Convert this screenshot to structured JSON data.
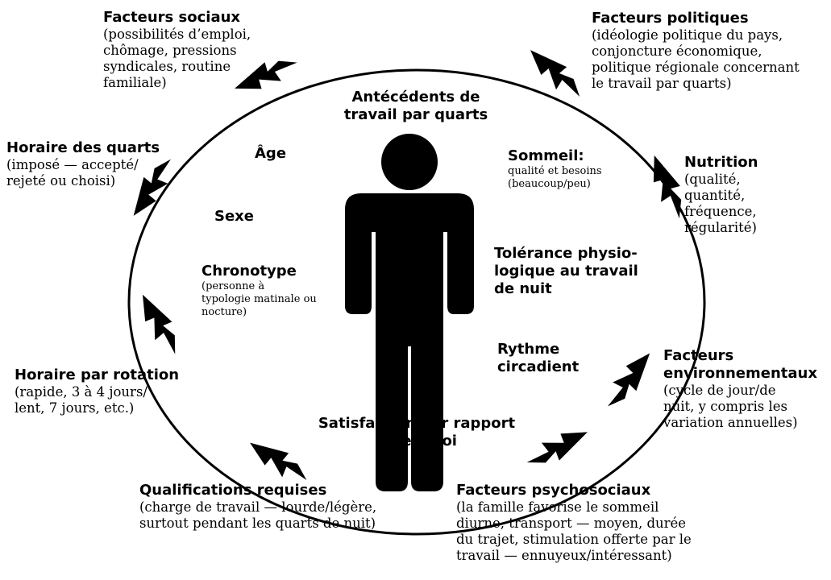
{
  "outer_factors": {
    "social": {
      "title": "Facteurs sociaux",
      "lines": [
        "(possibilités d’emploi,",
        "chômage, pressions",
        "syndicales, routine",
        "familiale)"
      ]
    },
    "political": {
      "title": "Facteurs politiques",
      "lines": [
        "(idéologie politique du pays,",
        "conjoncture économique,",
        "politique régionale concernant",
        "le travail par quarts)"
      ]
    },
    "schedule": {
      "title": "Horaire des quarts",
      "lines": [
        "(imposé — accepté/",
        "rejeté ou choisi)"
      ]
    },
    "nutrition": {
      "title": "Nutrition",
      "lines": [
        "(qualité,",
        "quantité,",
        "fréquence,",
        "régularité)"
      ]
    },
    "rotation": {
      "title": "Horaire par rotation",
      "lines": [
        "(rapide, 3 à 4 jours/",
        "lent, 7 jours, etc.)"
      ]
    },
    "environmental": {
      "title_lines": [
        "Facteurs",
        "environnementaux"
      ],
      "lines": [
        "(cycle de jour/de",
        "nuit, y compris les",
        "variation annuelles)"
      ]
    },
    "qualifications": {
      "title": "Qualifications requises",
      "lines": [
        "(charge de travail — lourde/légère,",
        "surtout pendant les quarts de nuit)"
      ]
    },
    "psychosocial": {
      "title": "Facteurs psychosociaux",
      "lines": [
        "(la famille favorise le sommeil",
        "diurne, transport — moyen, durée",
        "du trajet, stimulation offerte par le",
        "travail — ennuyeux/intéressant)"
      ]
    }
  },
  "inner_factors": {
    "history": {
      "title_lines": [
        "Antécédents de",
        "travail par quarts"
      ]
    },
    "age": {
      "title": "Âge"
    },
    "sex": {
      "title": "Sexe"
    },
    "sleep": {
      "title": "Sommeil:",
      "lines": [
        "qualité et besoins",
        "(beaucoup/peu)"
      ]
    },
    "tolerance": {
      "title_lines": [
        "Tolérance physio-",
        "logique au travail",
        "de nuit"
      ]
    },
    "chronotype": {
      "title": "Chronotype",
      "lines": [
        "(personne à",
        "typologie matinale ou",
        "nocture)"
      ]
    },
    "rhythm": {
      "title_lines": [
        "Rythme",
        "circadient"
      ]
    },
    "satisfaction": {
      "title_lines": [
        "Satisfaction par rapport",
        "à l’emploi"
      ]
    }
  },
  "colors": {
    "ink": "#000000",
    "background": "#ffffff"
  },
  "icons": {
    "center_figure": "person-icon",
    "arrows": "lightning-arrow-icon"
  }
}
